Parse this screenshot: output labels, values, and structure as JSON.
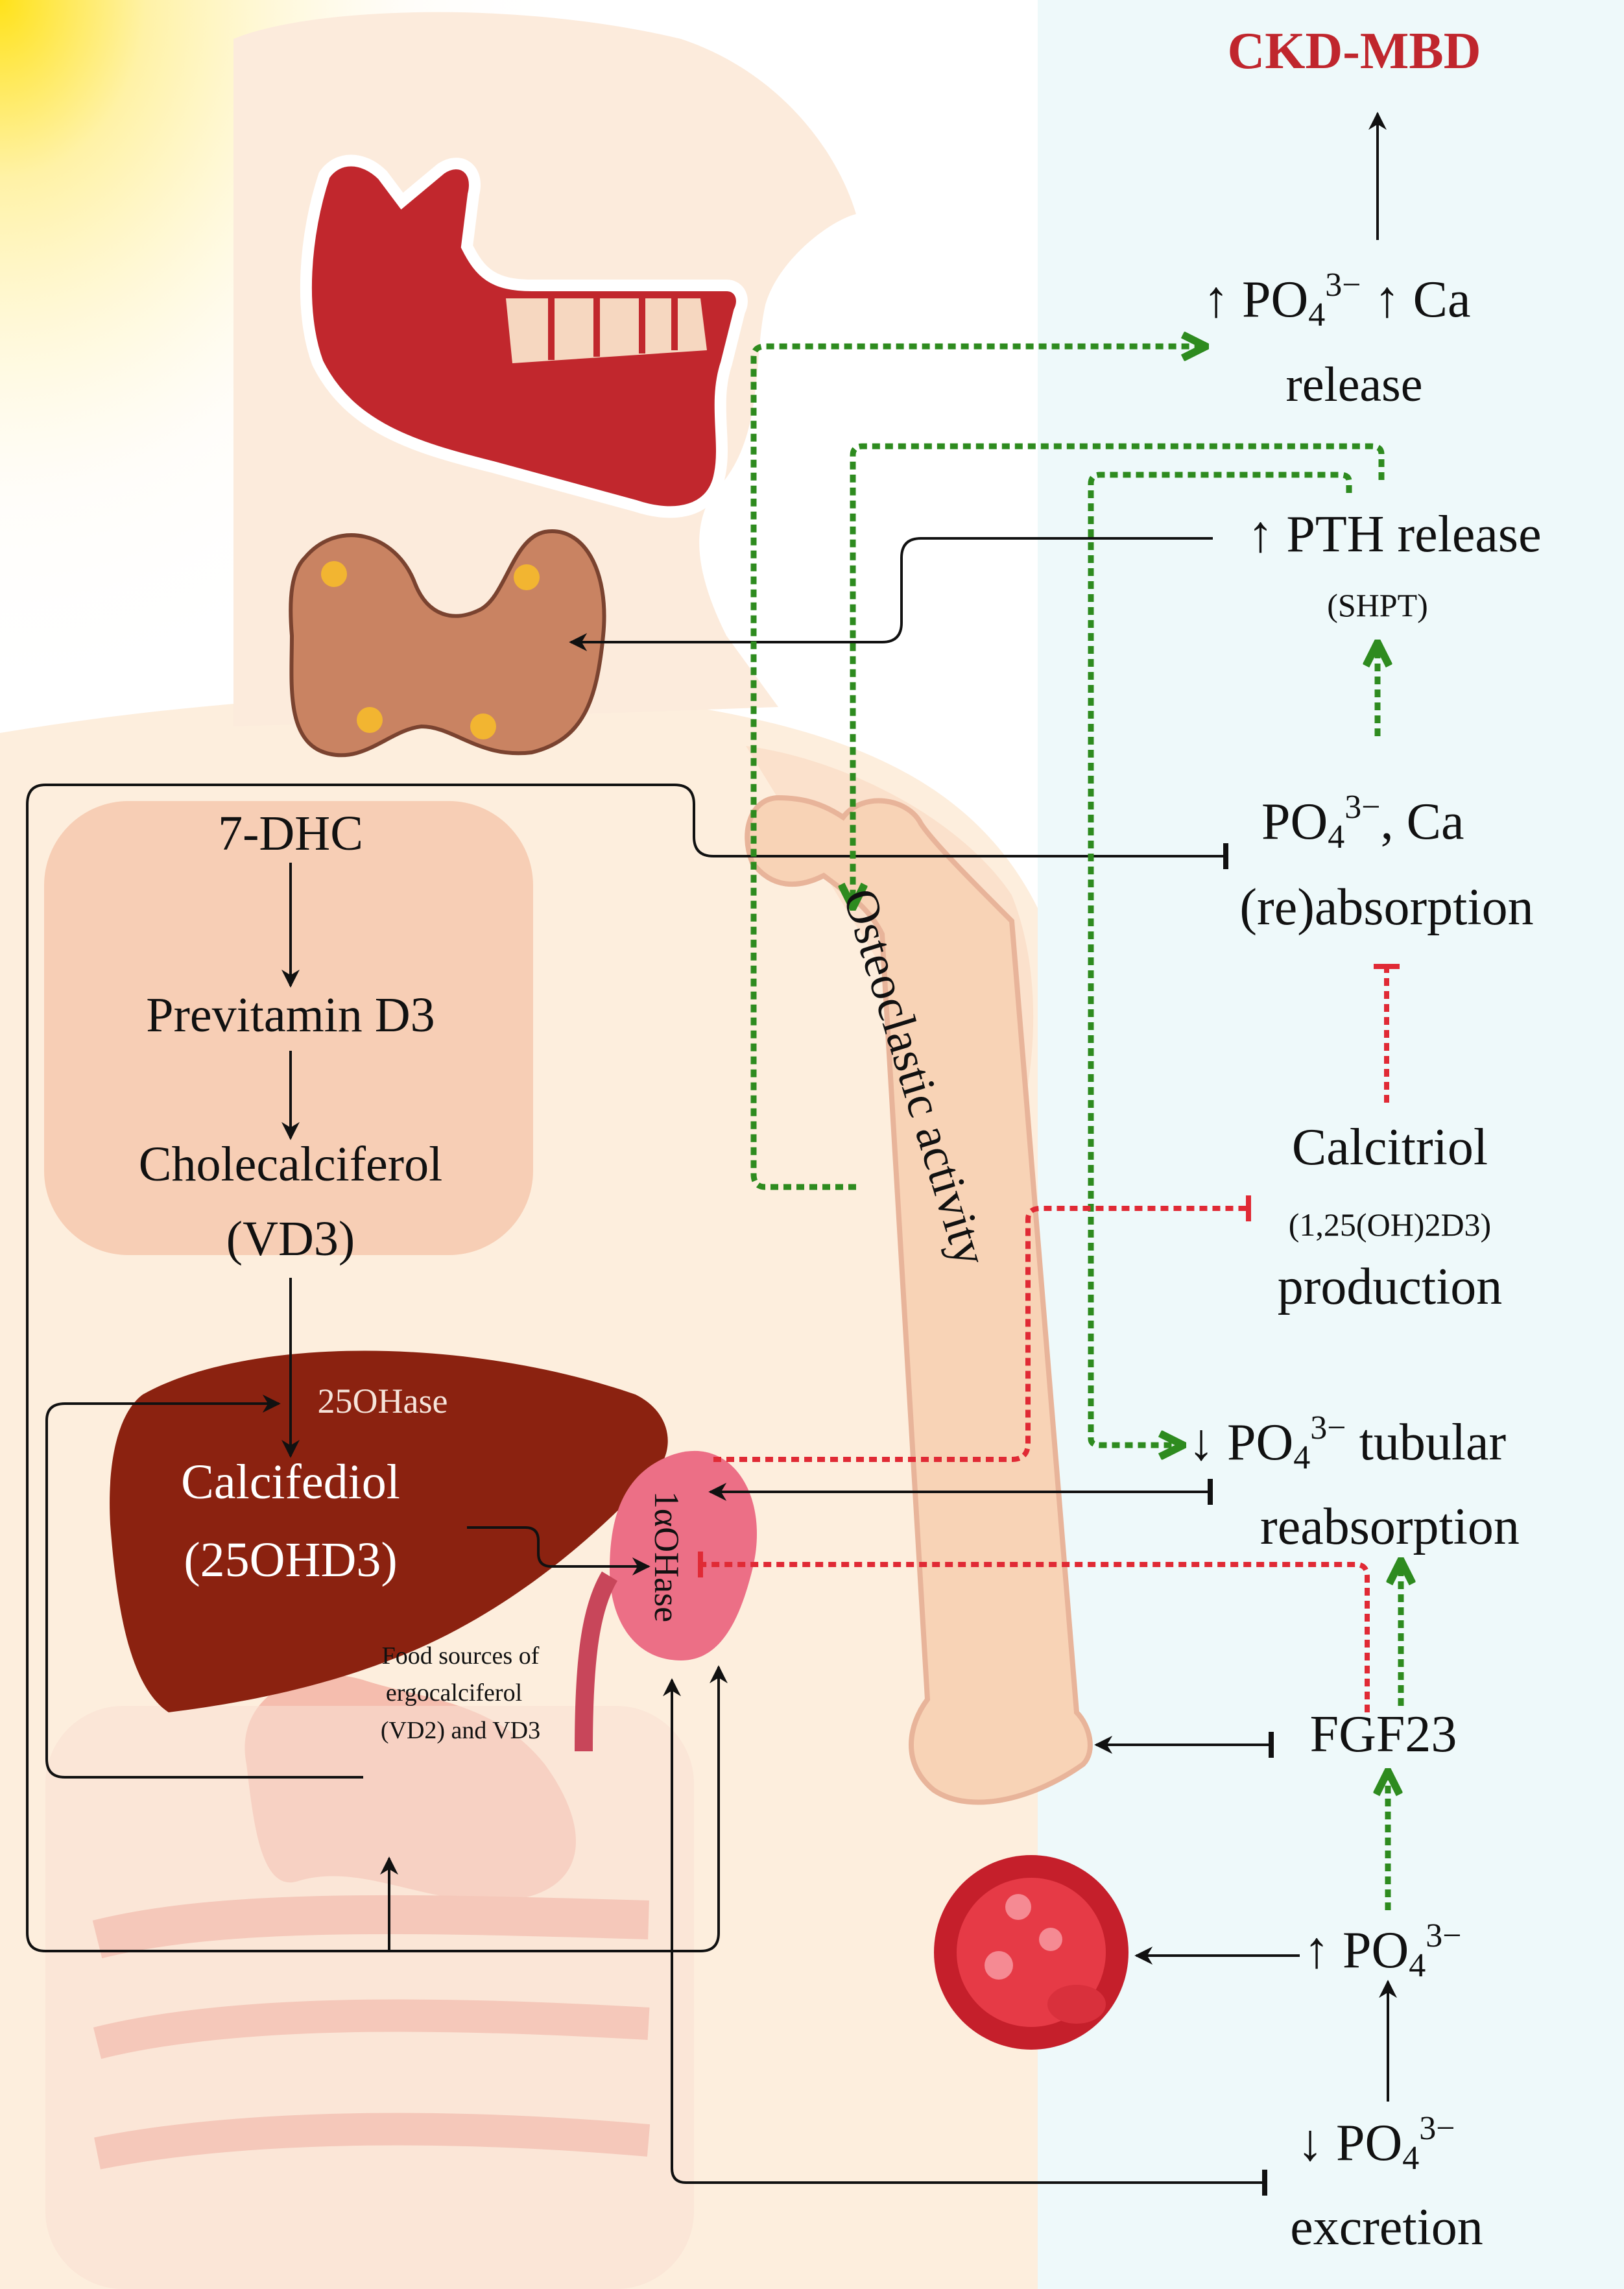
{
  "texts": {
    "ckd": "CKD-MBD",
    "po4_ca_up_a": "↑ PO",
    "po4_ca_up_b": "4",
    "po4_ca_up_c": "3−",
    "po4_ca_up_d": " ↑ Ca",
    "release": "release",
    "pth": "↑ PTH release",
    "shpt": "(SHPT)",
    "reabs_a": "PO",
    "reabs_b": "4",
    "reabs_c": "3−",
    "reabs_d": ", Ca",
    "reabs_2": "(re)absorption",
    "calcitriol": "Calcitriol",
    "calcitriol_sub": "(1,25(OH)2D3)",
    "production": "production",
    "tubular_a": "↓ PO",
    "tubular_b": "4",
    "tubular_c": "3−",
    "tubular_d": " tubular",
    "reabsorption": "reabsorption",
    "fgf23": "FGF23",
    "po4up_a": "↑ PO",
    "po4up_b": "4",
    "po4up_c": "3−",
    "excr_a": "↓ PO",
    "excr_b": "4",
    "excr_c": "3−",
    "excretion": "excretion",
    "dhc": "7-DHC",
    "previtamin": "Previtamin D3",
    "cholecalciferol": "Cholecalciferol",
    "vd3": "(VD3)",
    "oh25": "25OHase",
    "calcifediol": "Calcifediol",
    "ohd3": "(25OHD3)",
    "alpha": "1αOHase",
    "food1": "Food sources of",
    "food2": "ergocalciferol",
    "food3": "(VD2) and VD3",
    "osteo": "Osteoclastic activity"
  },
  "colors": {
    "ckd_red": "#c0262d",
    "green_arrow": "#2e8b1f",
    "red_dotted": "#e02a35",
    "liver": "#8b2210",
    "kidney": "#ec6f86",
    "jaw": "#c1272d",
    "panel_bg": "#eef9fa"
  }
}
